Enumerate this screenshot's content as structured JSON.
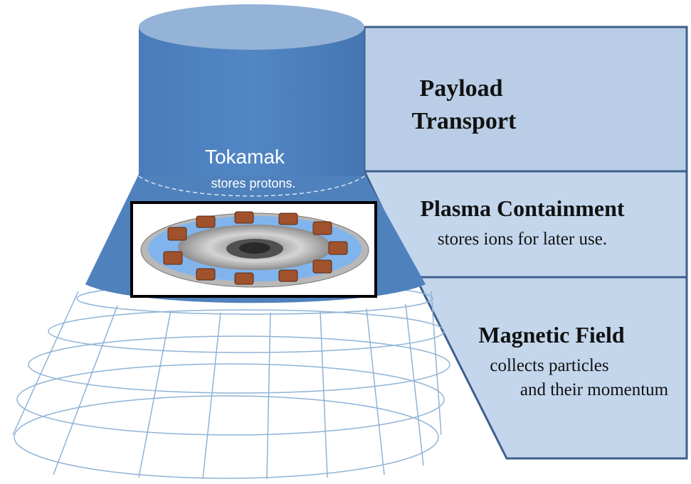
{
  "tokamak": {
    "title": "Tokamak",
    "subtitle": "stores protons."
  },
  "panels": {
    "payload": {
      "line1": "Payload",
      "line2": "Transport"
    },
    "plasma": {
      "title": "Plasma Containment",
      "desc": "stores ions for later use."
    },
    "magnetic": {
      "title": "Magnetic Field",
      "desc1": "collects particles",
      "desc2": "and their momentum"
    }
  },
  "colors": {
    "cylinder": "#4f81bd",
    "cylinder_top": "#95b3d7",
    "panel_fill": "#b9cde6",
    "panel_border": "#3f5f8c",
    "grid": "#8fb3d6",
    "copper": "#a0522d",
    "glow": "#6fb3ff"
  }
}
